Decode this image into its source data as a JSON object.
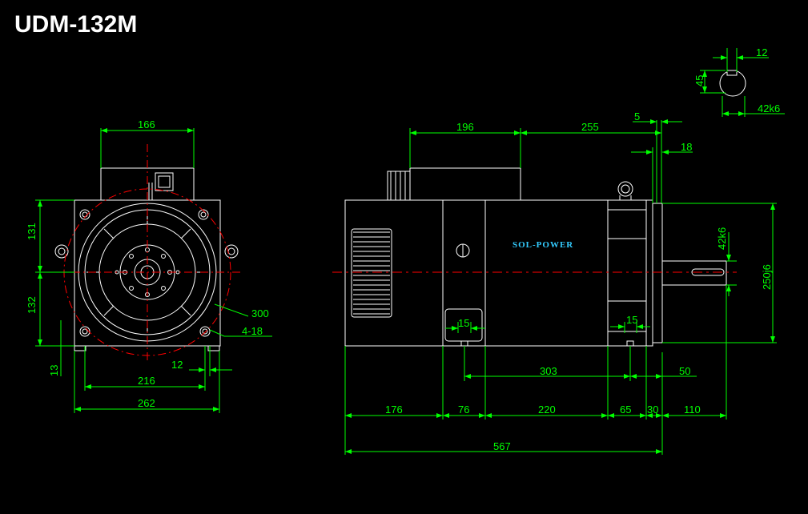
{
  "title": "UDM-132M",
  "brand": "SOL-POWER",
  "colors": {
    "background": "#000000",
    "outline": "#ffffff",
    "dimension": "#00ff00",
    "centerline": "#ff0000",
    "brand": "#33ccff"
  },
  "dimensions": {
    "front_width_top": "166",
    "front_height_upper": "131",
    "front_height_lower": "132",
    "front_foot_thickness": "13",
    "front_bolt_circle": "300",
    "front_holes": "4-18",
    "front_hole_offset": "12",
    "front_hole_span": "216",
    "front_base_width": "262",
    "key_width": "12",
    "key_height": "45",
    "shaft_fit_small": "42k6",
    "side_box_length": "196",
    "side_box_to_flange": "255",
    "flange_gap": "5",
    "flange_thickness": "18",
    "shaft_diameter": "42k6",
    "spigot_diameter": "250j6",
    "foot_pad_left": "15",
    "foot_pad_right": "15",
    "foot_span": "303",
    "shaft_end_offset": "50",
    "seg_a": "176",
    "seg_b": "76",
    "seg_c": "220",
    "seg_d": "65",
    "seg_e": "30",
    "shaft_length": "110",
    "overall_length": "567"
  }
}
